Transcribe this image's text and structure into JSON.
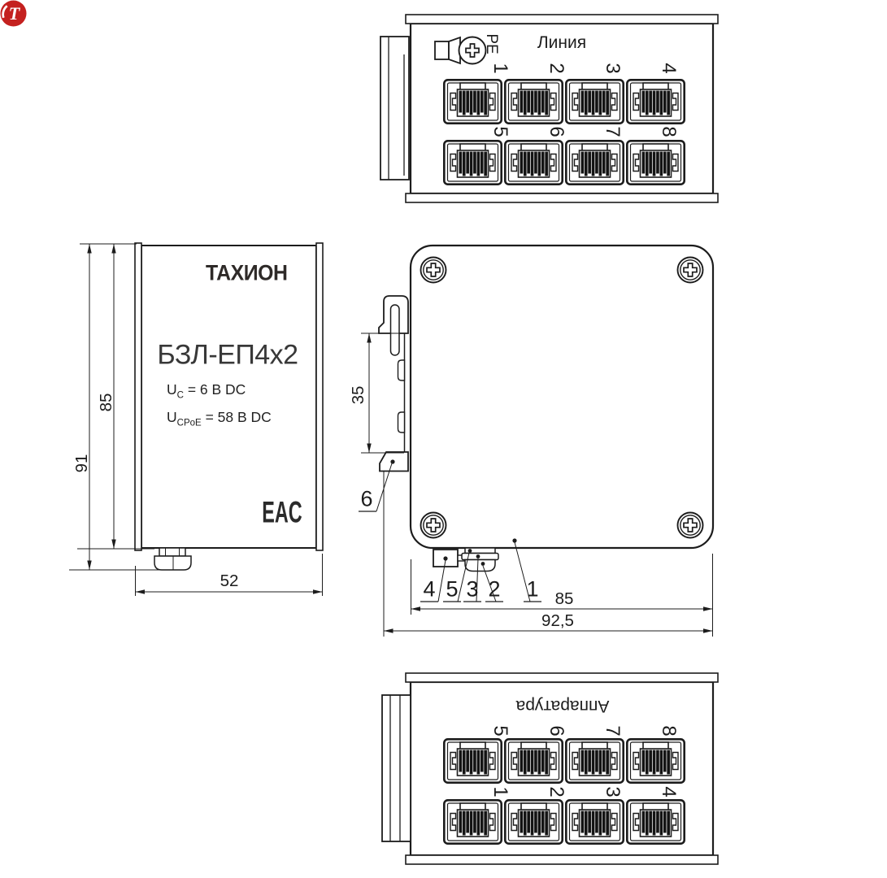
{
  "views": {
    "top": {
      "pe_label": "РЕ",
      "panel_label": "Линия",
      "ports_row1": [
        "1",
        "2",
        "3",
        "4"
      ],
      "ports_row2": [
        "5",
        "6",
        "7",
        "8"
      ]
    },
    "front": {
      "brand_glyph": "Т",
      "brand": "ТАХИОН",
      "model": "БЗЛ-ЕП4х2",
      "spec1": {
        "sym": "U",
        "sub": "C",
        "val": "= 6 В DC"
      },
      "spec2": {
        "sym": "U",
        "sub": "CPoE",
        "val": "= 58 В DC"
      },
      "eac_mark": "EAC"
    },
    "side": {
      "callout_1": "1",
      "callout_2": "2",
      "callout_3": "3",
      "callout_4": "4",
      "callout_5": "5",
      "callout_6": "6"
    },
    "bottom": {
      "panel_label": "Аппаратура",
      "ports_row1": [
        "5",
        "6",
        "7",
        "8"
      ],
      "ports_row2": [
        "1",
        "2",
        "3",
        "4"
      ]
    }
  },
  "dimensions": {
    "front_height_overall": "91",
    "front_height_body": "85",
    "front_width": "52",
    "side_din_height": "35",
    "side_width_body": "85",
    "side_width_overall": "92,5"
  },
  "colors": {
    "line": "#1c1c1c",
    "brand_red": "#c4211f",
    "text_dark": "#2e2a28"
  }
}
